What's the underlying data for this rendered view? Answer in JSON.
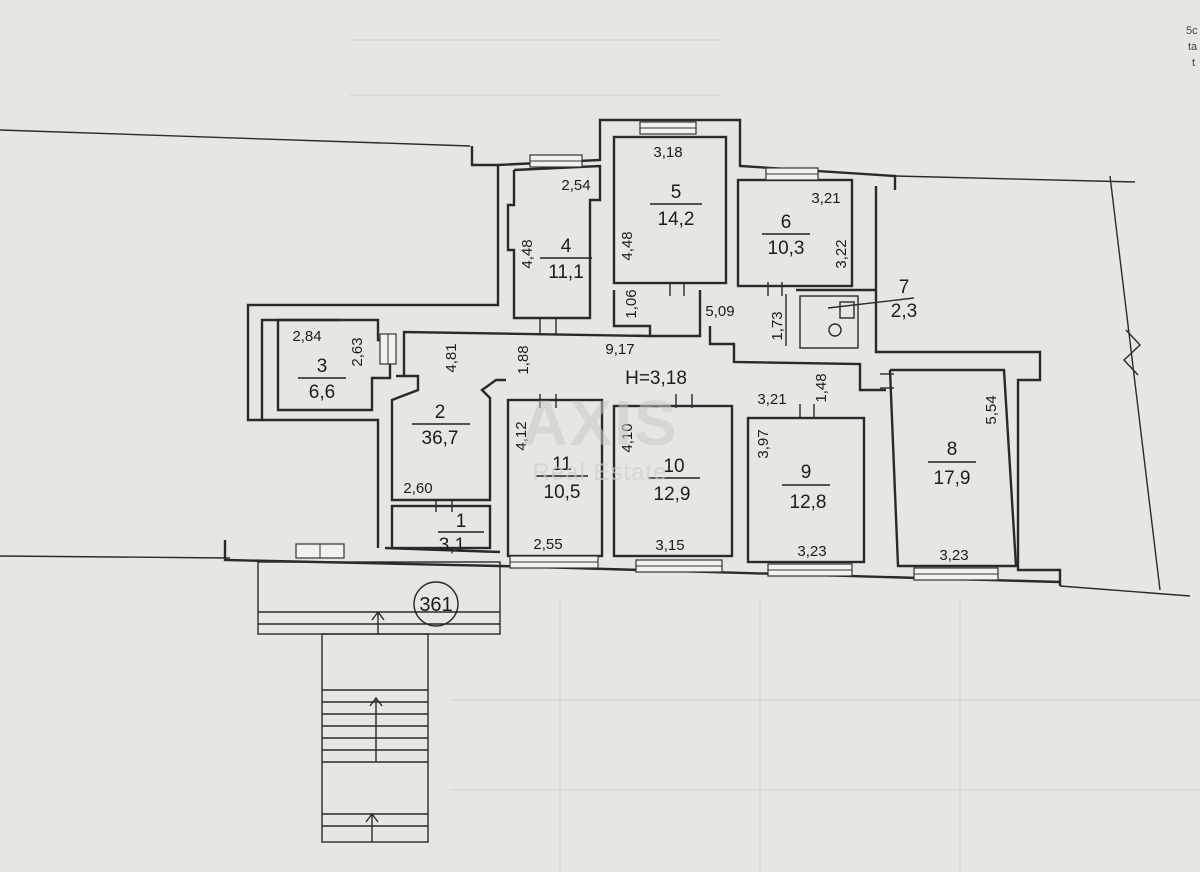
{
  "plan": {
    "height_label": "H=3,18",
    "plot_number": "361",
    "rooms": [
      {
        "no": "1",
        "area": "3,1"
      },
      {
        "no": "2",
        "area": "36,7"
      },
      {
        "no": "3",
        "area": "6,6"
      },
      {
        "no": "4",
        "area": "11,1"
      },
      {
        "no": "5",
        "area": "14,2"
      },
      {
        "no": "6",
        "area": "10,3"
      },
      {
        "no": "7",
        "area": "2,3"
      },
      {
        "no": "8",
        "area": "17,9"
      },
      {
        "no": "9",
        "area": "12,8"
      },
      {
        "no": "10",
        "area": "12,9"
      },
      {
        "no": "11",
        "area": "10,5"
      }
    ],
    "dimensions": {
      "r3_top": "2,84",
      "r3_side": "2,63",
      "r4_top": "2,54",
      "r4_side": "4,48",
      "r5_top": "3,18",
      "r5_side": "4,48",
      "r6_top": "3,21",
      "r6_side": "3,22",
      "corr_106": "1,06",
      "corr_509": "5,09",
      "wc_173": "1,73",
      "corr_917": "9,17",
      "r2_481": "4,81",
      "r2_188": "1,88",
      "r9_top": "3,21",
      "corr_148": "1,48",
      "r8_side": "5,54",
      "r11_side": "4,12",
      "r10_side": "4,10",
      "r9_side": "3,97",
      "r2_260": "2,60",
      "r11_bottom": "2,55",
      "r10_bottom": "3,15",
      "r9_bottom": "3,23",
      "r8_bottom": "3,23"
    },
    "corner_text": [
      "5c",
      "ta",
      "t"
    ]
  },
  "watermark": {
    "brand": "AXIS",
    "sub": "Real Estate"
  }
}
